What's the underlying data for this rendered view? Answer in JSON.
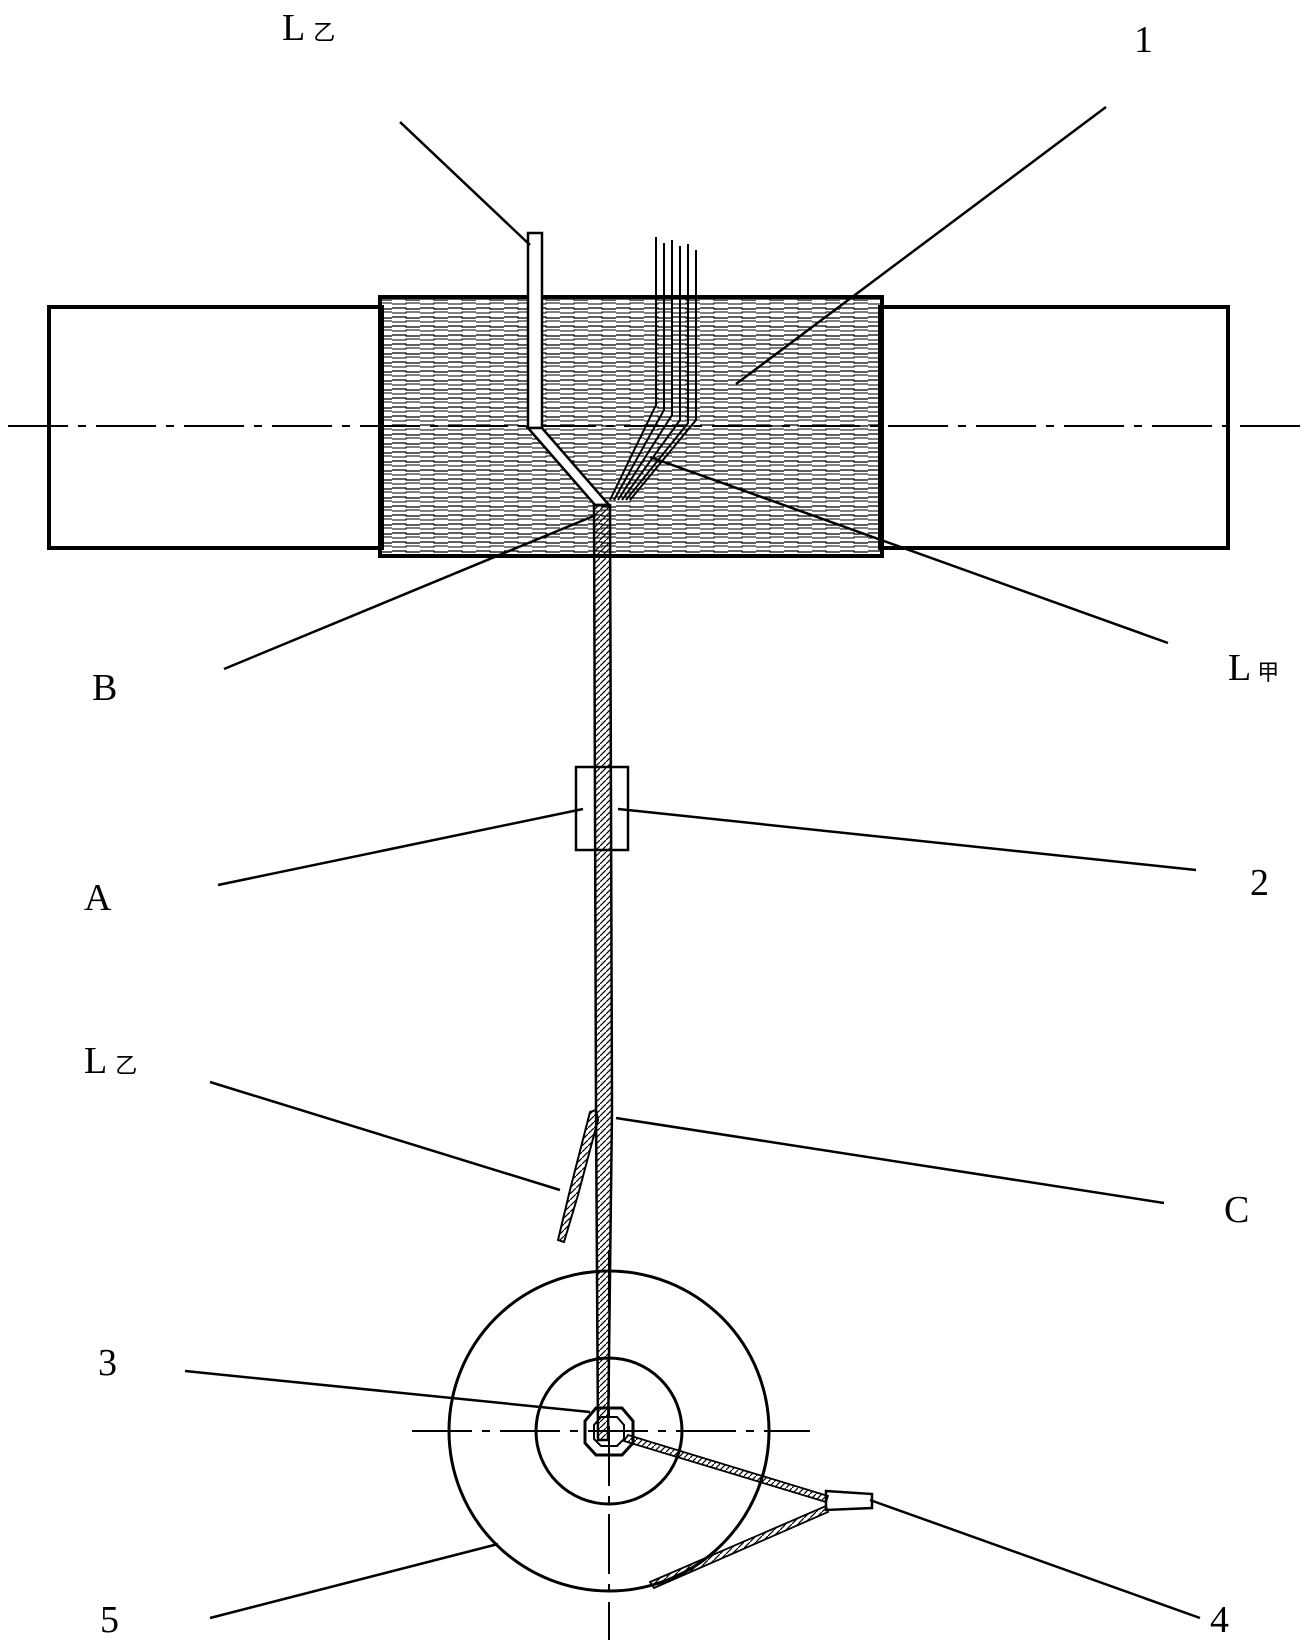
{
  "figure": {
    "labels": {
      "part_1": "1",
      "part_2": "2",
      "part_3": "3",
      "part_4": "4",
      "part_5": "5",
      "point_a": "A",
      "point_b": "B",
      "point_c": "C",
      "l_yi_top_main": "L",
      "l_yi_top_sub": "乙",
      "l_yi_mid_main": "L",
      "l_yi_mid_sub": "乙",
      "l_jia_main": "L",
      "l_jia_sub": "甲"
    }
  }
}
